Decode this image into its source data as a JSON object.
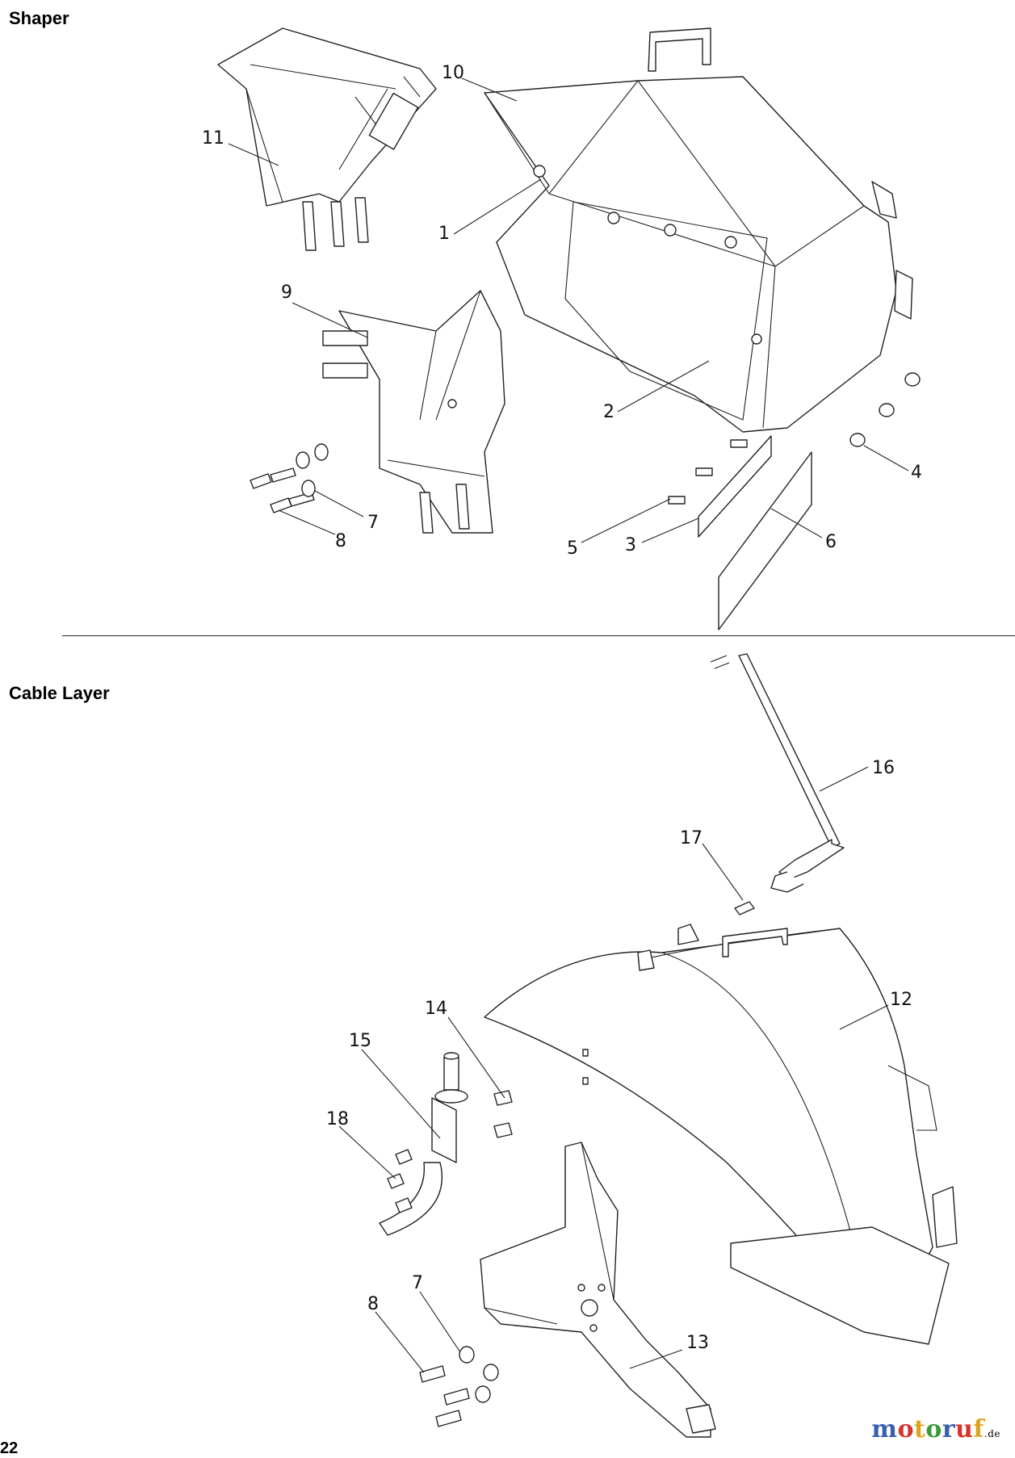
{
  "sections": {
    "shaper_title": "Shaper",
    "cable_layer_title": "Cable Layer"
  },
  "shaper_callouts": [
    "1",
    "2",
    "3",
    "4",
    "5",
    "6",
    "7",
    "8",
    "9",
    "10",
    "11"
  ],
  "cable_layer_callouts": [
    "7",
    "8",
    "12",
    "13",
    "14",
    "15",
    "16",
    "17",
    "18"
  ],
  "watermark": {
    "brand_letters": [
      "m",
      "o",
      "t",
      "o",
      "r",
      "u",
      "f"
    ],
    "brand_colors": [
      "#3a5fb0",
      "#d6332a",
      "#e0a21b",
      "#3a9a3a",
      "#3a5fb0",
      "#d6332a",
      "#e0a21b"
    ],
    "suffix": ".de"
  },
  "page_number": "22"
}
